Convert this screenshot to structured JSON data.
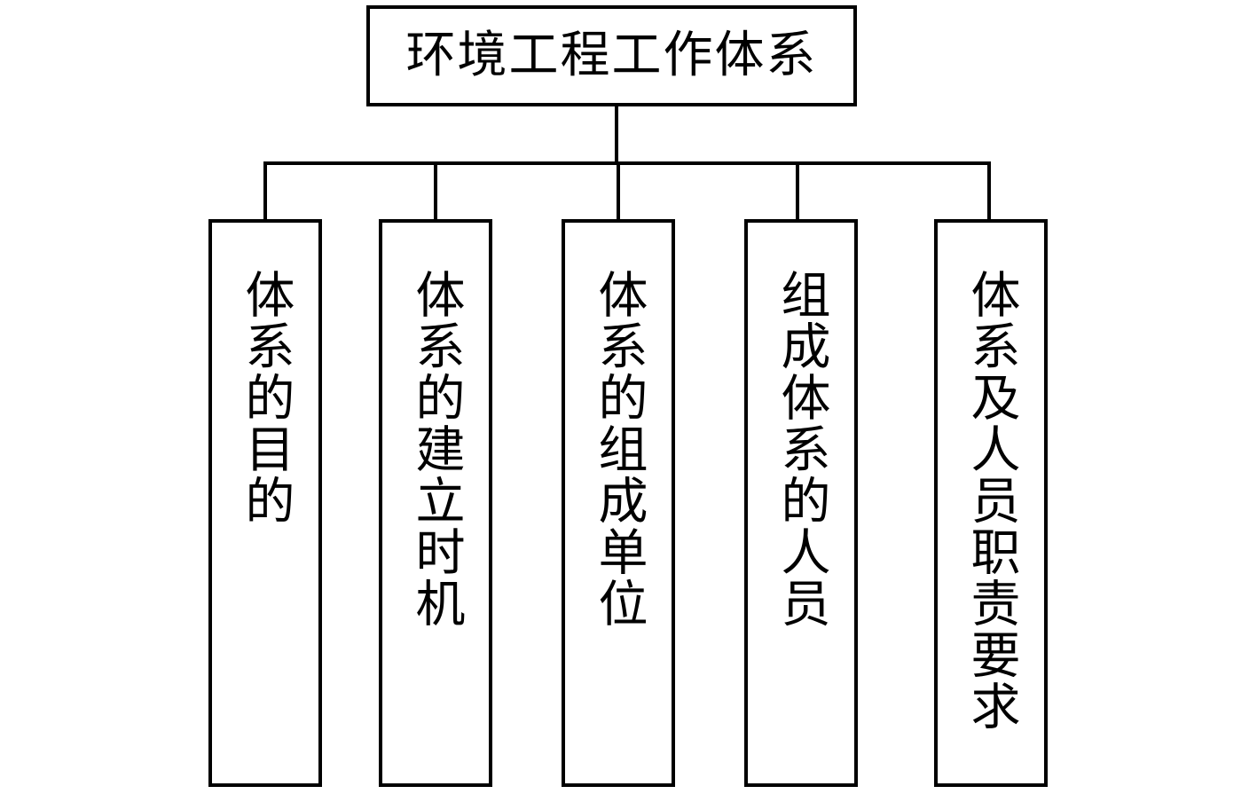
{
  "diagram": {
    "root": {
      "title": "环境工程工作体系"
    },
    "children": [
      {
        "label": "体系的目的"
      },
      {
        "label": "体系的建立时机"
      },
      {
        "label": "体系的组成单位"
      },
      {
        "label": "组成体系的人员"
      },
      {
        "label": "体系及人员职责要求"
      }
    ],
    "colors": {
      "line": "#000000",
      "background": "#ffffff"
    }
  }
}
